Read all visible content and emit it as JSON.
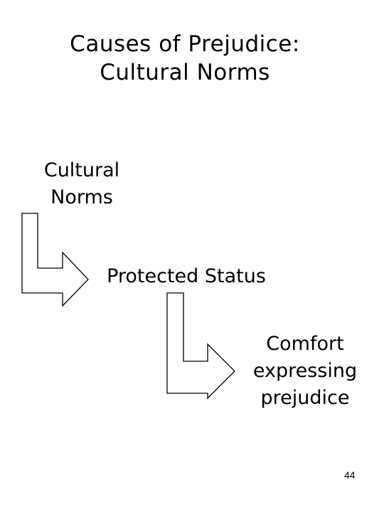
{
  "slide": {
    "title_line1": "Causes of Prejudice:",
    "title_line2": "Cultural Norms",
    "page_number": "44"
  },
  "diagram": {
    "nodes": [
      {
        "lines": [
          "Cultural",
          "Norms"
        ]
      },
      {
        "lines": [
          "Protected Status"
        ]
      },
      {
        "lines": [
          "Comfort",
          "expressing",
          "prejudice"
        ]
      }
    ],
    "connectors": [
      {
        "from": 0,
        "to": 1,
        "shape": "elbow-arrow"
      },
      {
        "from": 1,
        "to": 2,
        "shape": "elbow-arrow"
      }
    ]
  }
}
